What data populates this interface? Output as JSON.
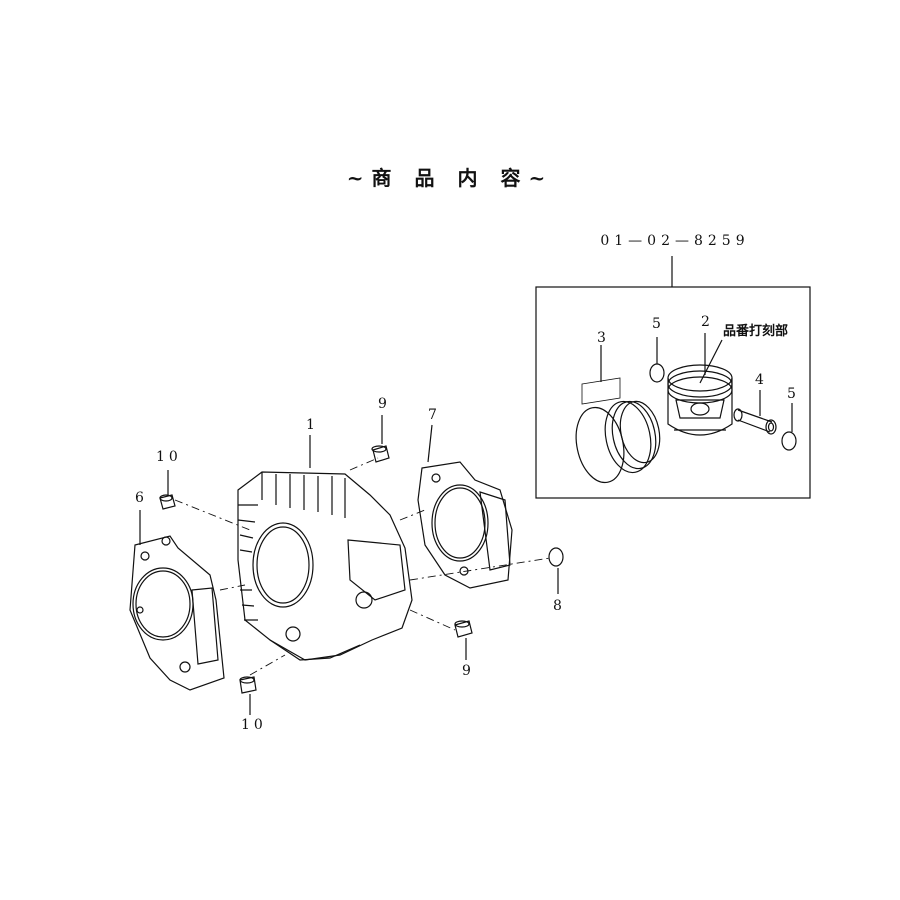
{
  "title": "~商 品 内 容~",
  "kit_code": "01—02—8259",
  "stamp_label": "品番打刻部",
  "part_numbers": {
    "cylinder": "1",
    "piston": "2",
    "piston_rings": "3",
    "piston_pin": "4",
    "clip_left": "5",
    "clip_right": "5",
    "gasket_base": "6",
    "gasket_head": "7",
    "o_ring": "8",
    "dowel_top": "9",
    "dowel_bottom": "9",
    "dowel_left_top": "10",
    "dowel_left_bottom": "10"
  }
}
